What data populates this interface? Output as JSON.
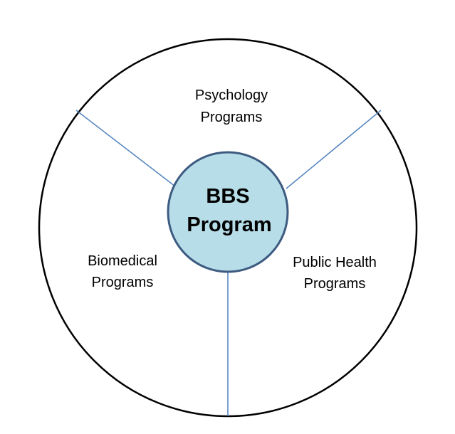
{
  "diagram": {
    "center": {
      "line1": "BBS",
      "line2": "Program",
      "fill_color": "#b7dde8",
      "stroke_color": "#3d5a80"
    },
    "outer": {
      "stroke_color": "#000000",
      "fill_color": "#ffffff"
    },
    "divider_color": "#4f81bd",
    "segments": [
      {
        "line1": "Psychology",
        "line2": "Programs"
      },
      {
        "line1": "Biomedical",
        "line2": "Programs"
      },
      {
        "line1": "Public Health",
        "line2": "Programs"
      }
    ]
  }
}
